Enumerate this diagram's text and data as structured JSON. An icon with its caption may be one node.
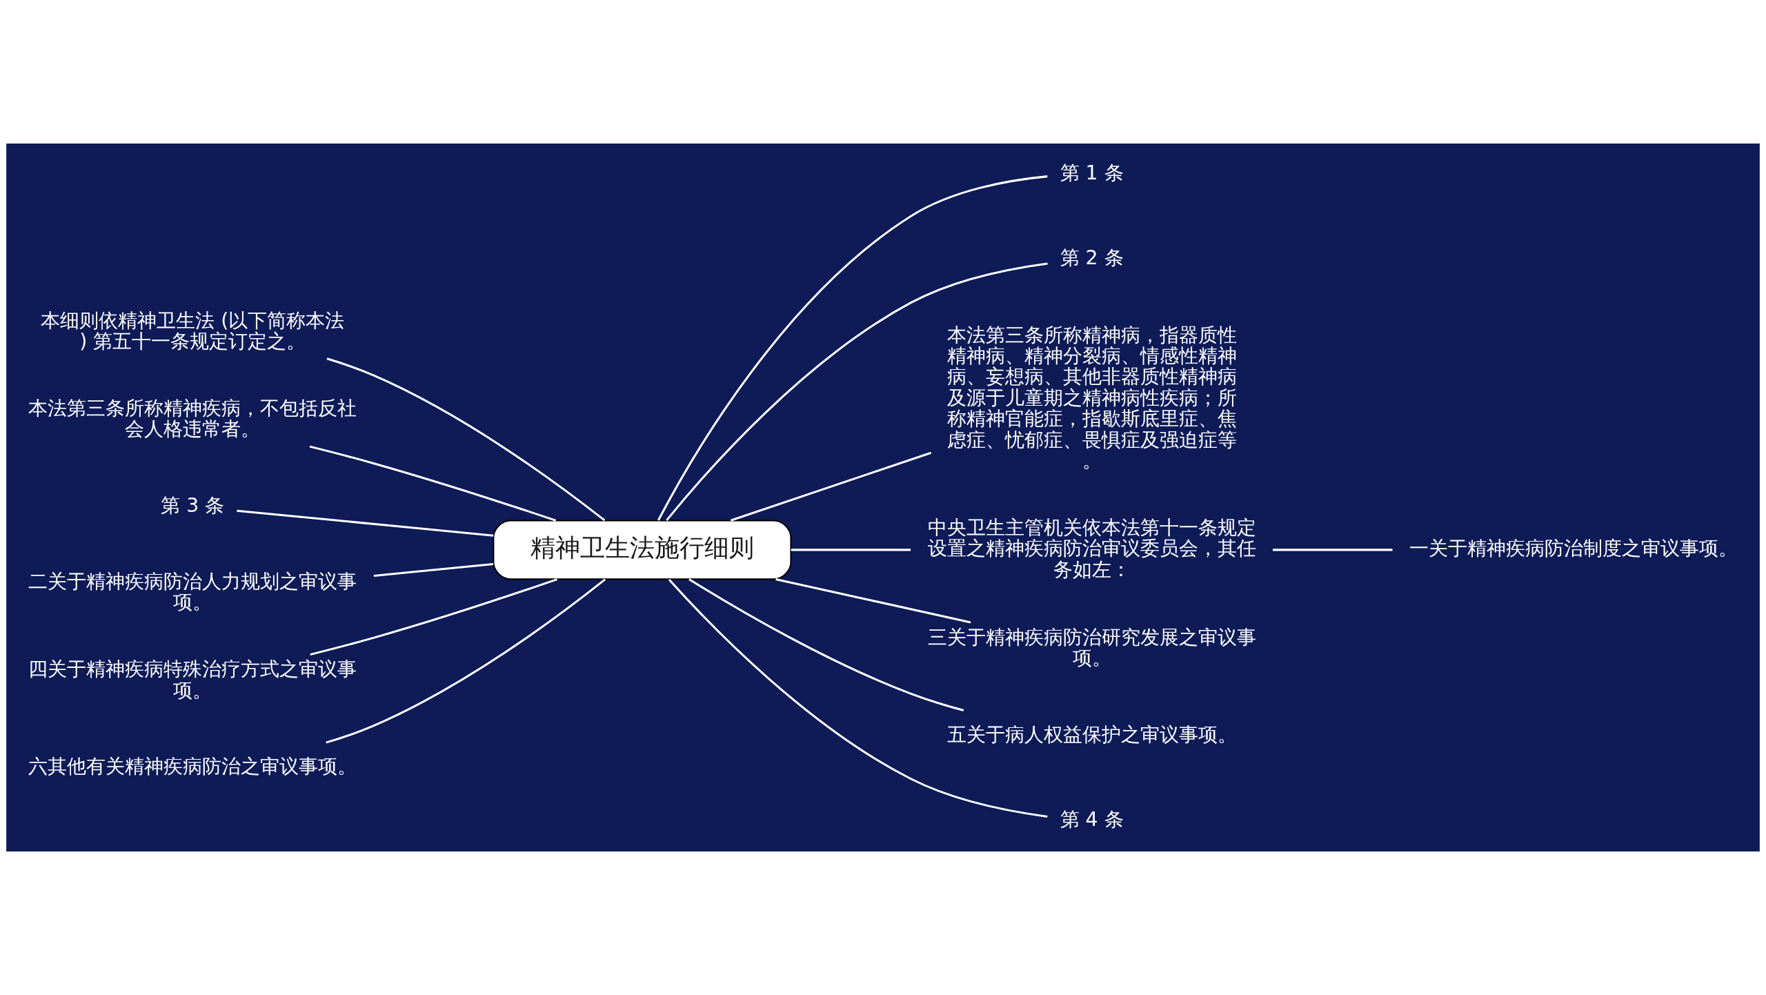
{
  "diagram": {
    "nodes": [
      {
        "text": [
          "精神卫生法施行细则"
        ]
      },
      {
        "text": [
          "第 1 条"
        ]
      },
      {
        "text": [
          "第 2 条"
        ]
      },
      {
        "text": [
          "本法第三条所称精神病，指器质性精神病、精神分裂病、情感性精神病、妄想病、其他非器质性精神病及源于儿童期之精神病性疾病；所称精神官能症，指歇斯底里症、焦虑症、忧郁症、畏惧症及强迫症等。"
        ]
      },
      {
        "text": [
          "中央卫生主管机关依本法第十一条规定设置之精神疾病防治审议委员会，其任务如左："
        ]
      },
      {
        "text": [
          "一关于精神疾病防治制度之审议事项。"
        ]
      },
      {
        "text": [
          "三关于精神疾病防治研究发展之审议事项。"
        ]
      },
      {
        "text": [
          "五关于病人权益保护之审议事项。"
        ]
      },
      {
        "text": [
          "第 4 条"
        ]
      },
      {
        "text": [
          "本细则依精神卫生法 (以下简称本法) 第五十一条规定订定之。"
        ]
      },
      {
        "text": [
          "本法第三条所称精神疾病，不包括反社会人格违常者。"
        ]
      },
      {
        "text": [
          "第 3 条"
        ]
      },
      {
        "text": [
          "二关于精神疾病防治人力规划之审议事项。"
        ]
      },
      {
        "text": [
          "四关于精神疾病特殊治疗方式之审议事项。"
        ]
      },
      {
        "text": [
          "六其他有关精神疾病防治之审议事项。"
        ]
      }
    ],
    "edges": [
      {
        "from": 0,
        "to": 1,
        "arrow": "none"
      },
      {
        "from": 0,
        "to": 2,
        "arrow": "none"
      },
      {
        "from": 0,
        "to": 3,
        "arrow": "none"
      },
      {
        "from": 0,
        "to": 4,
        "arrow": "none"
      },
      {
        "from": 4,
        "to": 5,
        "arrow": "none"
      },
      {
        "from": 0,
        "to": 6,
        "arrow": "none"
      },
      {
        "from": 0,
        "to": 7,
        "arrow": "none"
      },
      {
        "from": 0,
        "to": 8,
        "arrow": "none"
      },
      {
        "from": 0,
        "to": 9,
        "arrow": "none"
      },
      {
        "from": 0,
        "to": 10,
        "arrow": "none"
      },
      {
        "from": 0,
        "to": 11,
        "arrow": "none"
      },
      {
        "from": 0,
        "to": 12,
        "arrow": "none"
      },
      {
        "from": 0,
        "to": 13,
        "arrow": "none"
      },
      {
        "from": 0,
        "to": 14,
        "arrow": "none"
      }
    ]
  }
}
